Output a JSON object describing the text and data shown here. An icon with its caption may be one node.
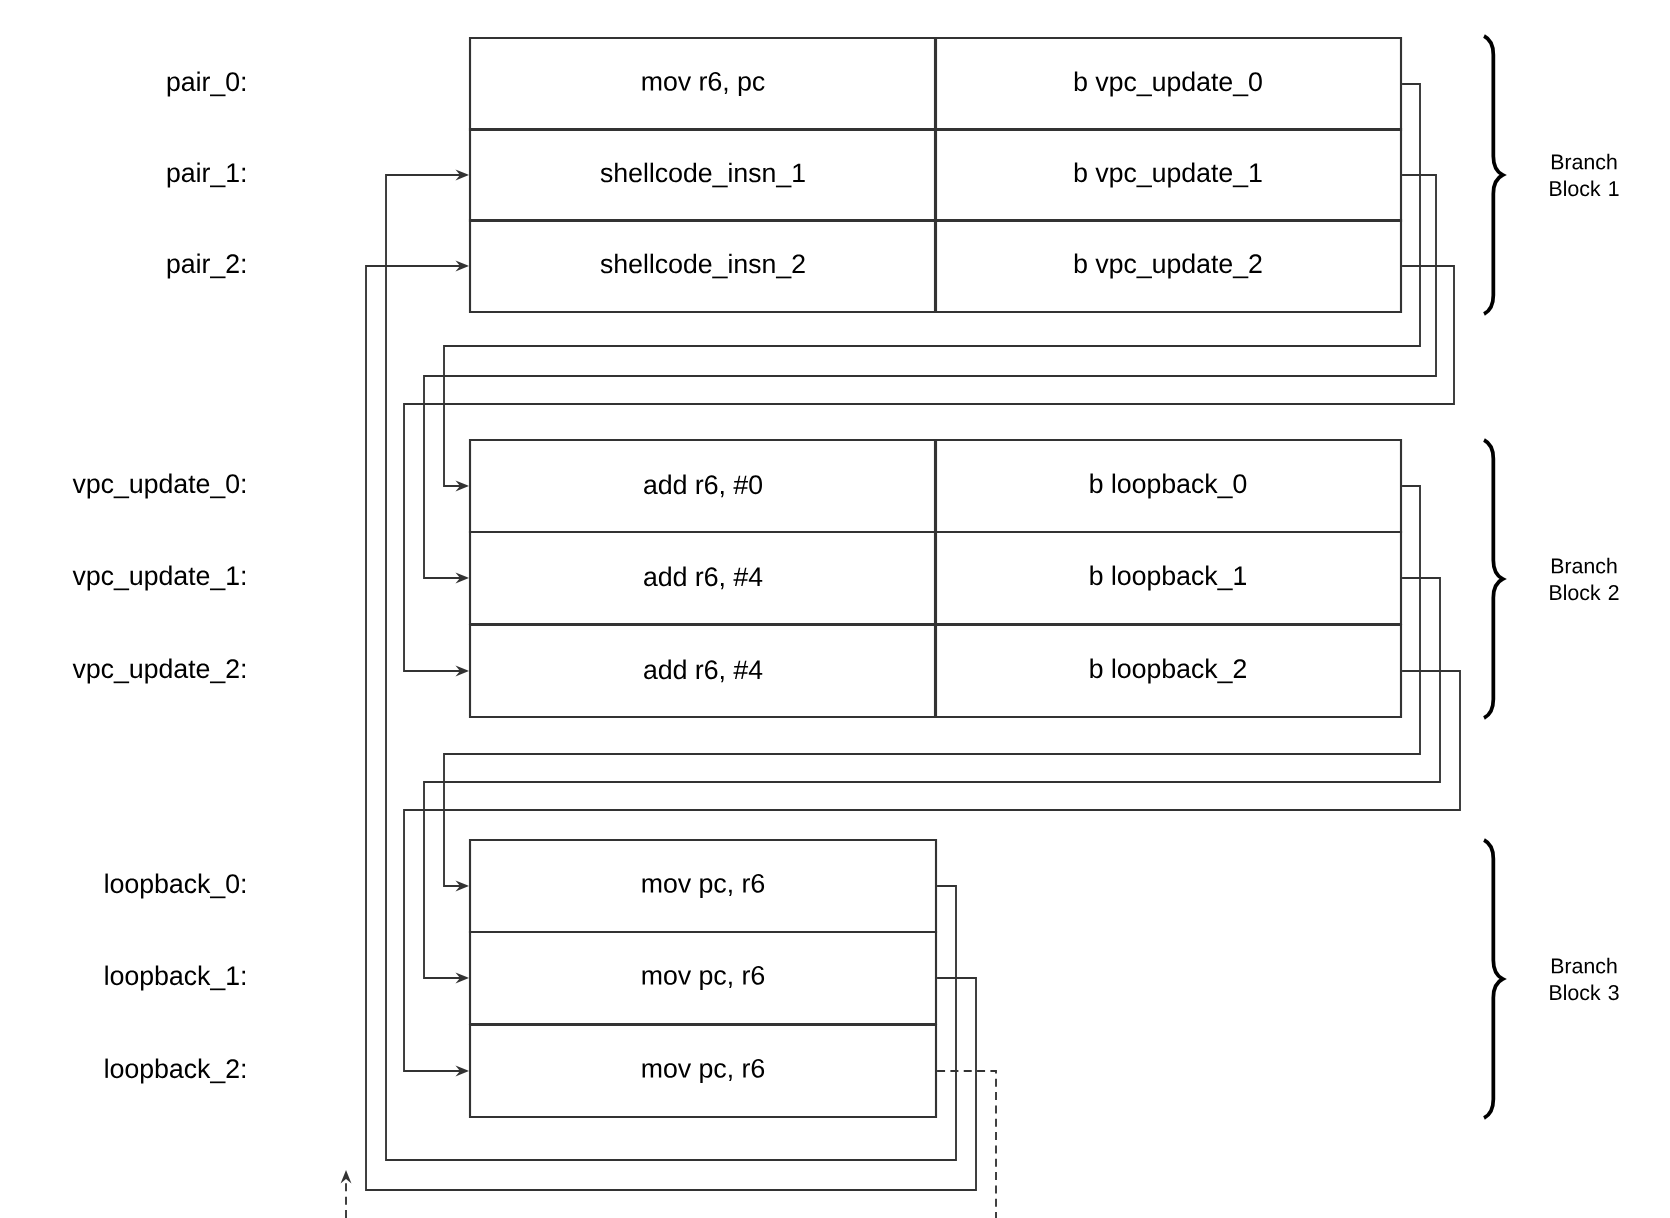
{
  "diagram": {
    "nodes": [
      {
        "text": [
          "mov r6, pc"
        ]
      },
      {
        "text": [
          "b vpc_update_0"
        ]
      },
      {
        "text": [
          "shellcode_insn_1"
        ]
      },
      {
        "text": [
          "b vpc_update_1"
        ]
      },
      {
        "text": [
          "shellcode_insn_2"
        ]
      },
      {
        "text": [
          "b vpc_update_2"
        ]
      },
      {
        "text": [
          "add r6, #0"
        ]
      },
      {
        "text": [
          "b loopback_0"
        ]
      },
      {
        "text": [
          "add r6, #4"
        ]
      },
      {
        "text": [
          "b loopback_1"
        ]
      },
      {
        "text": [
          "add r6, #4"
        ]
      },
      {
        "text": [
          "b loopback_2"
        ]
      },
      {
        "text": [
          "mov pc, r6"
        ]
      },
      {
        "text": [
          "mov pc, r6"
        ]
      },
      {
        "text": [
          "mov pc, r6"
        ]
      }
    ],
    "edges": [
      {
        "from": 1,
        "to": 6,
        "arrow": "to"
      },
      {
        "from": 3,
        "to": 8,
        "arrow": "to"
      },
      {
        "from": 5,
        "to": 10,
        "arrow": "to"
      },
      {
        "from": 7,
        "to": 12,
        "arrow": "to"
      },
      {
        "from": 9,
        "to": 13,
        "arrow": "to"
      },
      {
        "from": 11,
        "to": 14,
        "arrow": "to"
      },
      {
        "from": 12,
        "to": 2,
        "arrow": "to"
      },
      {
        "from": 13,
        "to": 4,
        "arrow": "to"
      },
      {
        "from": 14,
        "to": null,
        "arrow": "none",
        "style": "dashed"
      }
    ],
    "labels": [
      "pair_0:",
      "pair_1:",
      "pair_2:",
      "vpc_update_0:",
      "vpc_update_1:",
      "vpc_update_2:",
      "loopback_0:",
      "loopback_1:",
      "loopback_2:",
      "Branch Block 1",
      "Branch Block 2",
      "Branch Block 3"
    ]
  }
}
